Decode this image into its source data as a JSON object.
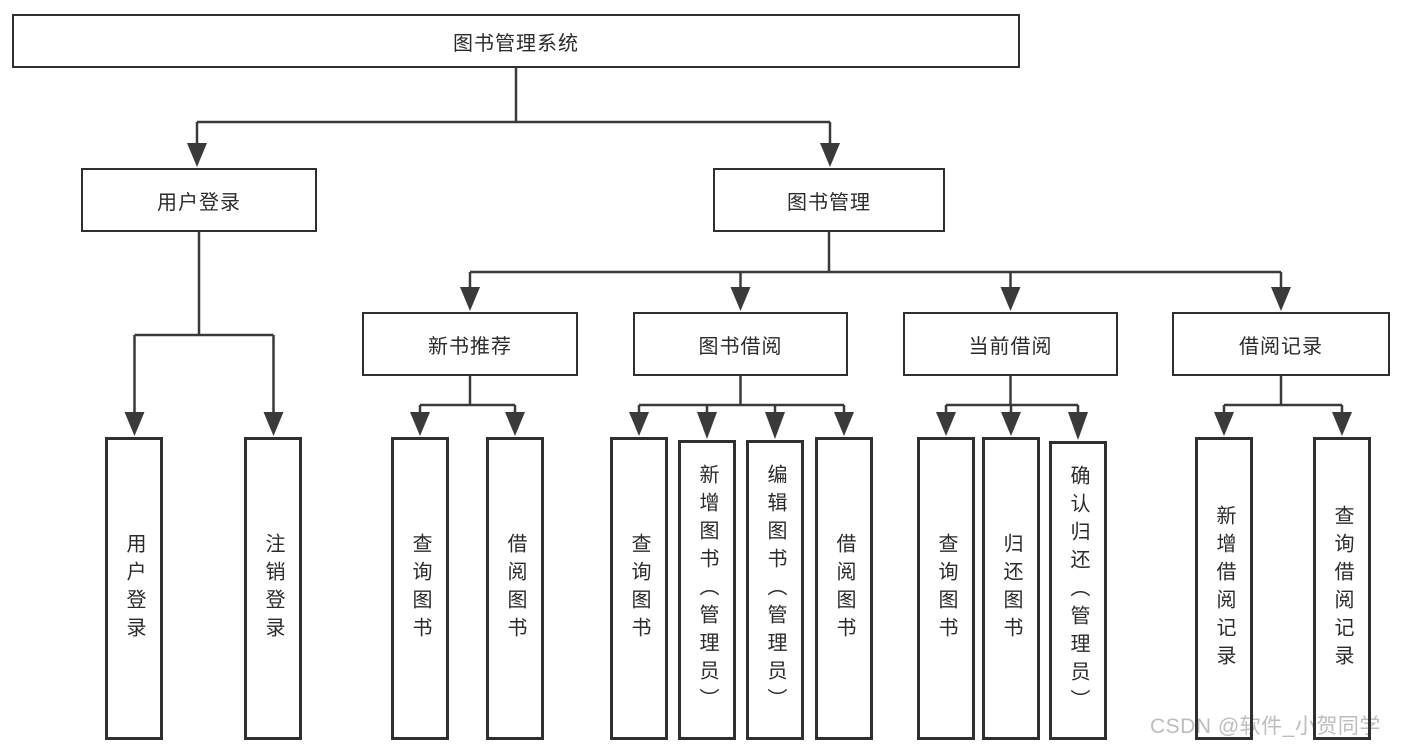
{
  "tree": {
    "root": {
      "label": "图书管理系统"
    },
    "level1": [
      {
        "label": "用户登录"
      },
      {
        "label": "图书管理"
      }
    ],
    "user_login_children": [
      {
        "label": "用户登录"
      },
      {
        "label": "注销登录"
      }
    ],
    "book_management_children": [
      {
        "label": "新书推荐",
        "children": [
          {
            "label": "查询图书"
          },
          {
            "label": "借阅图书"
          }
        ]
      },
      {
        "label": "图书借阅",
        "children": [
          {
            "label": "查询图书"
          },
          {
            "label": "新增图书（管理员）"
          },
          {
            "label": "编辑图书（管理员）"
          },
          {
            "label": "借阅图书"
          }
        ]
      },
      {
        "label": "当前借阅",
        "children": [
          {
            "label": "查询图书"
          },
          {
            "label": "归还图书"
          },
          {
            "label": "确认归还（管理员）"
          }
        ]
      },
      {
        "label": "借阅记录",
        "children": [
          {
            "label": "新增借阅记录"
          },
          {
            "label": "查询借阅记录"
          }
        ]
      }
    ]
  },
  "watermark": {
    "text": "CSDN @软件_小贺同学"
  },
  "colors": {
    "line": "#3a3a3a",
    "box_border": "#2f2f2f",
    "text": "#2b2b2b",
    "watermark": "#bdbdbd",
    "background": "#ffffff"
  }
}
